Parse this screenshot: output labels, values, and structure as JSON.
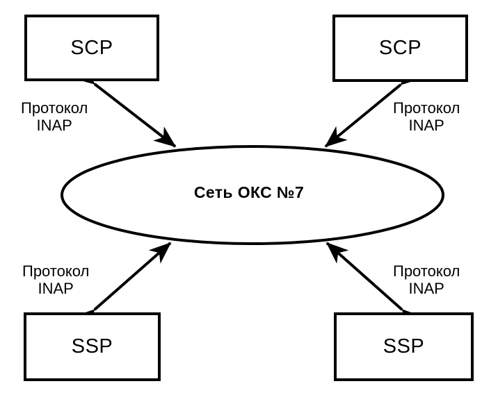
{
  "diagram": {
    "title_text": "Сеть ОКС №7",
    "nodes": [
      {
        "id": "scp-left",
        "label": "SCP"
      },
      {
        "id": "scp-right",
        "label": "SCP"
      },
      {
        "id": "ssp-left",
        "label": "SSP"
      },
      {
        "id": "ssp-right",
        "label": "SSP"
      }
    ],
    "cloud": {
      "label": "Сеть ОКС №7",
      "shape": "ellipse"
    },
    "edges": [
      {
        "id": "edge-top-left",
        "from": "scp-left",
        "to": "cloud",
        "arrow": "double",
        "label_line_1": "Протокол",
        "label_line_2": "INAP"
      },
      {
        "id": "edge-top-right",
        "from": "scp-right",
        "to": "cloud",
        "arrow": "double",
        "label_line_1": "Протокол",
        "label_line_2": "INAP"
      },
      {
        "id": "edge-bottom-left",
        "from": "ssp-left",
        "to": "cloud",
        "arrow": "double",
        "label_line_1": "Протокол",
        "label_line_2": "INAP"
      },
      {
        "id": "edge-bottom-right",
        "from": "ssp-right",
        "to": "cloud",
        "arrow": "double",
        "label_line_1": "Протокол",
        "label_line_2": "INAP"
      }
    ],
    "colors": {
      "stroke": "#000000",
      "fill": "#ffffff",
      "background": "#ffffff"
    }
  }
}
